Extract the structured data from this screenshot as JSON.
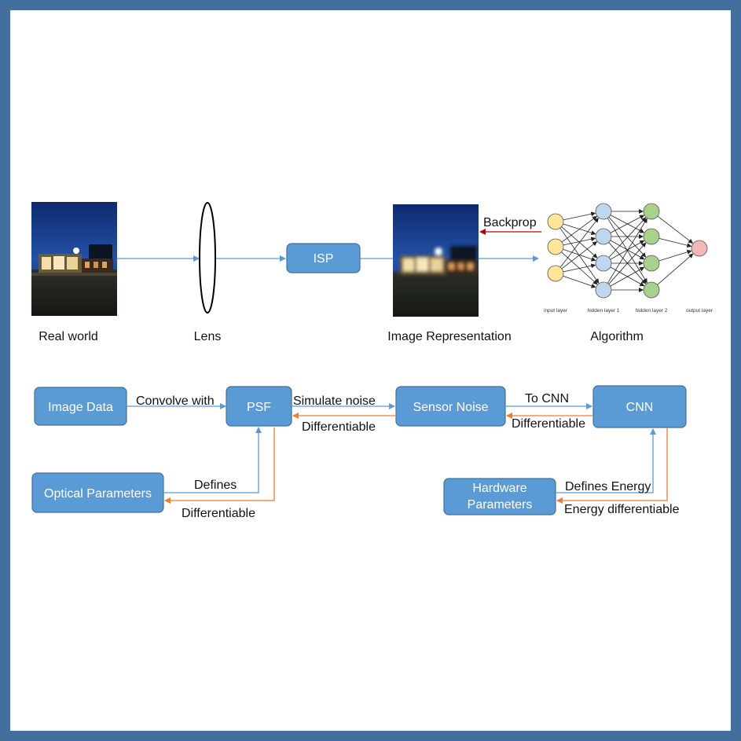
{
  "colors": {
    "frame": "#41709e",
    "box_fill": "#5b9bd5",
    "forward_arrow": "#5b9bd5",
    "backward_arrow": "#ed7d31",
    "backprop_arrow": "#c00000",
    "node_input": "#ffe699",
    "node_hidden1": "#bdd7ee",
    "node_hidden2": "#a9d18e",
    "node_output": "#f4b6b6"
  },
  "pipeline": {
    "real_world_label": "Real world",
    "lens_label": "Lens",
    "isp_label": "ISP",
    "image_repr_label": "Image Representation",
    "algorithm_label": "Algorithm",
    "backprop_label": "Backprop",
    "nn_layers": {
      "input": "input layer",
      "hidden1": "hidden layer 1",
      "hidden2": "hidden layer 2",
      "output": "output layer"
    }
  },
  "flow": {
    "image_data": "Image Data",
    "psf": "PSF",
    "sensor_noise": "Sensor Noise",
    "cnn": "CNN",
    "optical_params": "Optical Parameters",
    "hardware_params_line1": "Hardware",
    "hardware_params_line2": "Parameters",
    "convolve_with": "Convolve with",
    "simulate_noise": "Simulate noise",
    "differentiable_1": "Differentiable",
    "to_cnn": "To CNN",
    "differentiable_2": "Differentiable",
    "defines": "Defines",
    "differentiable_3": "Differentiable",
    "defines_energy": "Defines Energy",
    "energy_differentiable": "Energy differentiable"
  }
}
